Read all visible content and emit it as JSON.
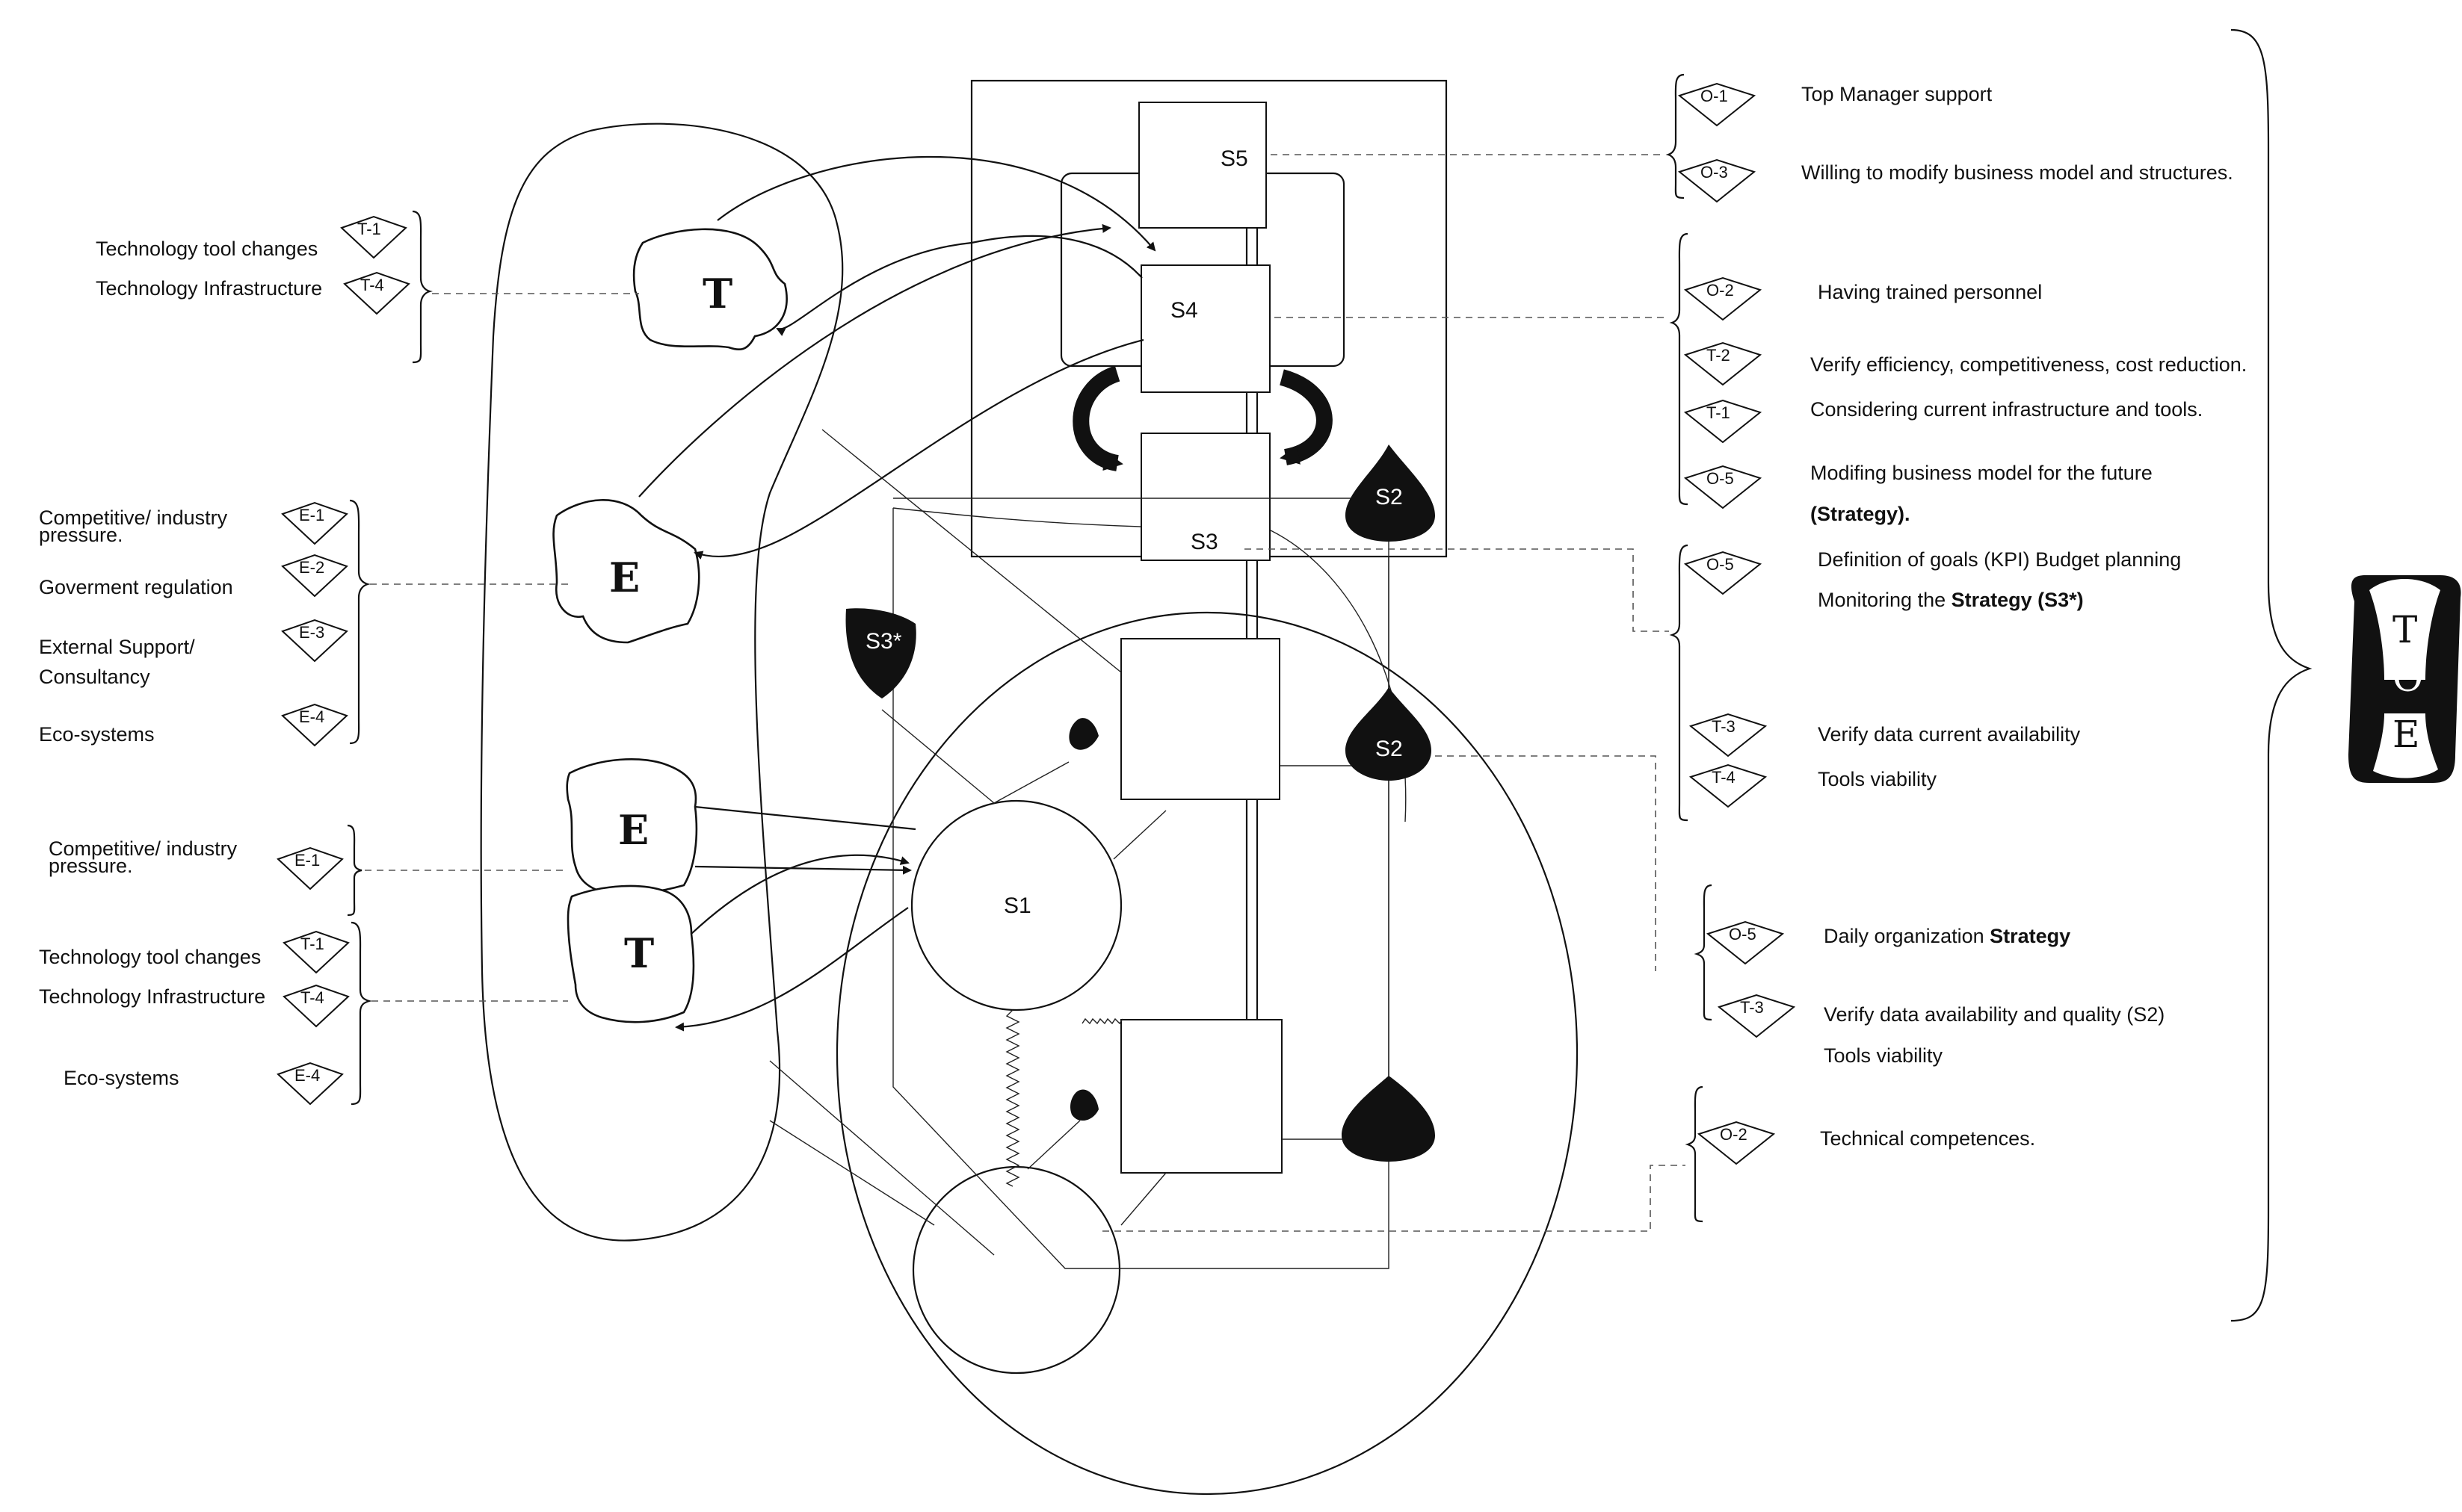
{
  "nodes": {
    "s1": "S1",
    "s2": "S2",
    "s3": "S3",
    "s3_star": "S3*",
    "s4": "S4",
    "s5": "S5"
  },
  "env_blobs": {
    "t_top": "T",
    "e_mid": "E",
    "e_low": "E",
    "t_low": "T"
  },
  "toe_badge": {
    "letters": [
      "T",
      "O",
      "E"
    ]
  },
  "left_groups": [
    {
      "items": [
        {
          "label": "Technology tool changes",
          "tag": "T-1"
        },
        {
          "label": "Technology Infrastructure",
          "tag": "T-4"
        }
      ]
    },
    {
      "items": [
        {
          "label_lines": [
            "Competitive/ industry",
            "pressure."
          ],
          "tag": "E-1"
        },
        {
          "label": "Goverment regulation",
          "tag": "E-2"
        },
        {
          "label_lines": [
            "External Support/",
            "Consultancy"
          ],
          "tag": "E-3"
        },
        {
          "label": "Eco-systems",
          "tag": "E-4"
        }
      ]
    },
    {
      "items": [
        {
          "label_lines": [
            "Competitive/ industry",
            "pressure."
          ],
          "tag": "E-1"
        }
      ]
    },
    {
      "items": [
        {
          "label": "Technology tool changes",
          "tag": "T-1"
        },
        {
          "label": "Technology Infrastructure",
          "tag": "T-4"
        },
        {
          "label": "Eco-systems",
          "tag": "E-4"
        }
      ]
    }
  ],
  "right_groups": [
    {
      "items": [
        {
          "tag": "O-1",
          "label": "Top Manager support"
        },
        {
          "tag": "O-3",
          "label": "Willing to modify business model and structures."
        }
      ]
    },
    {
      "items": [
        {
          "tag": "O-2",
          "label": "Having trained personnel"
        },
        {
          "tag": "T-2",
          "label": "Verify efficiency, competitiveness, cost reduction."
        },
        {
          "tag": "T-1",
          "label": "Considering current infrastructure and tools."
        },
        {
          "tag": "O-5",
          "label": "Modifing business model for the future",
          "label2_bold": "(Strategy)."
        }
      ]
    },
    {
      "items": [
        {
          "tag": "O-5",
          "label": "Definition of goals  (KPI) Budget planning",
          "label2": "Monitoring the ",
          "label2_bold": "Strategy (S3*)"
        },
        {
          "tag": "T-3",
          "label": "Verify data current availability"
        },
        {
          "tag": "T-4",
          "label": "Tools viability"
        }
      ]
    },
    {
      "items": [
        {
          "tag": "O-5",
          "label": "Daily organization ",
          "label_bold": "Strategy"
        },
        {
          "tag": "T-3",
          "label": "Verify data availability and quality (S2)",
          "label2": "Tools viability"
        }
      ]
    },
    {
      "items": [
        {
          "tag": "O-2",
          "label": "Technical  competences."
        }
      ]
    }
  ]
}
